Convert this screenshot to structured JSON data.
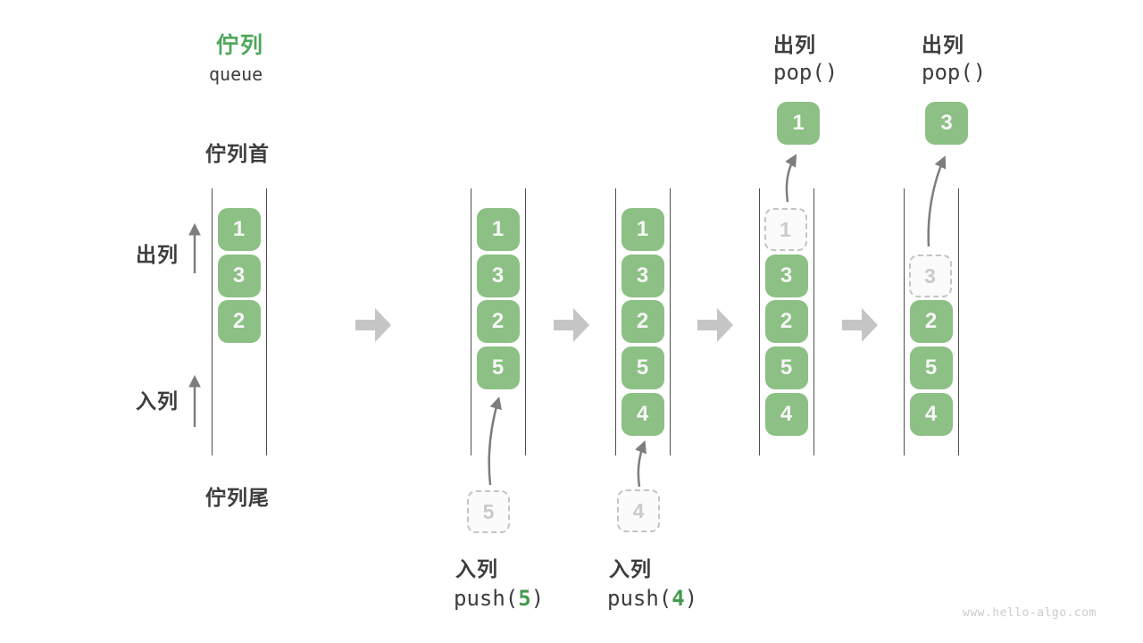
{
  "title": {
    "zh": "佇列",
    "en": "queue"
  },
  "labels": {
    "front": "佇列首",
    "tail": "佇列尾",
    "dequeue_side": "出列",
    "enqueue_side": "入列"
  },
  "columns": [
    {
      "cells": [
        {
          "value": "1",
          "state": "normal"
        },
        {
          "value": "3",
          "state": "normal"
        },
        {
          "value": "2",
          "state": "normal"
        }
      ]
    },
    {
      "cells": [
        {
          "value": "1",
          "state": "normal"
        },
        {
          "value": "3",
          "state": "normal"
        },
        {
          "value": "2",
          "state": "normal"
        },
        {
          "value": "5",
          "state": "normal"
        }
      ]
    },
    {
      "cells": [
        {
          "value": "1",
          "state": "normal"
        },
        {
          "value": "3",
          "state": "normal"
        },
        {
          "value": "2",
          "state": "normal"
        },
        {
          "value": "5",
          "state": "normal"
        },
        {
          "value": "4",
          "state": "normal"
        }
      ]
    },
    {
      "cells": [
        {
          "value": "1",
          "state": "removed"
        },
        {
          "value": "3",
          "state": "normal"
        },
        {
          "value": "2",
          "state": "normal"
        },
        {
          "value": "5",
          "state": "normal"
        },
        {
          "value": "4",
          "state": "normal"
        }
      ]
    },
    {
      "cells": [
        {
          "value": "3",
          "state": "removed"
        },
        {
          "value": "2",
          "state": "normal"
        },
        {
          "value": "5",
          "state": "normal"
        },
        {
          "value": "4",
          "state": "normal"
        }
      ]
    }
  ],
  "push_ops": [
    {
      "label": "入列",
      "fn": "push(",
      "arg": "5",
      "close": ")",
      "staging": "5"
    },
    {
      "label": "入列",
      "fn": "push(",
      "arg": "4",
      "close": ")",
      "staging": "4"
    }
  ],
  "pop_ops": [
    {
      "label": "出列",
      "fn": "pop()",
      "result": "1"
    },
    {
      "label": "出列",
      "fn": "pop()",
      "result": "3"
    }
  ],
  "colors": {
    "box_green": "#8CC084",
    "accent_green": "#459A50",
    "title_green": "#4FA75A",
    "block_arrow_gray": "#C5C5C5",
    "thin_arrow_gray": "#7d7d7d",
    "dark_text": "#3d3d3d",
    "ghost_border": "#C4C4C4"
  },
  "watermark": "www.hello-algo.com"
}
